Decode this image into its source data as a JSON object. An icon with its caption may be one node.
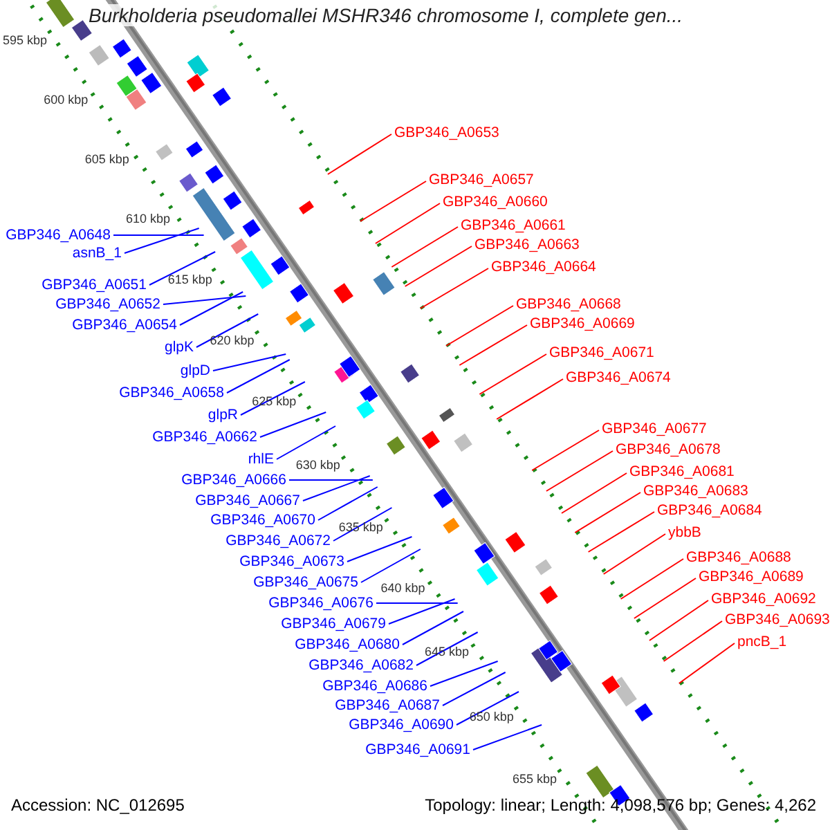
{
  "diagram": {
    "title": "Burkholderia pseudomallei MSHR346 chromosome I, complete gen...",
    "nodes": [
      {
        "text": [
          "GBP346_A0648"
        ]
      },
      {
        "text": [
          "asnB_1"
        ]
      },
      {
        "text": [
          "GBP346_A0651"
        ]
      },
      {
        "text": [
          "GBP346_A0652"
        ]
      },
      {
        "text": [
          "GBP346_A0654"
        ]
      },
      {
        "text": [
          "glpK"
        ]
      },
      {
        "text": [
          "glpD"
        ]
      },
      {
        "text": [
          "GBP346_A0658"
        ]
      },
      {
        "text": [
          "glpR"
        ]
      },
      {
        "text": [
          "GBP346_A0662"
        ]
      },
      {
        "text": [
          "rhlE"
        ]
      },
      {
        "text": [
          "GBP346_A0666"
        ]
      },
      {
        "text": [
          "GBP346_A0667"
        ]
      },
      {
        "text": [
          "GBP346_A0670"
        ]
      },
      {
        "text": [
          "GBP346_A0672"
        ]
      },
      {
        "text": [
          "GBP346_A0673"
        ]
      },
      {
        "text": [
          "GBP346_A0675"
        ]
      },
      {
        "text": [
          "GBP346_A0676"
        ]
      },
      {
        "text": [
          "GBP346_A0679"
        ]
      },
      {
        "text": [
          "GBP346_A0680"
        ]
      },
      {
        "text": [
          "GBP346_A0682"
        ]
      },
      {
        "text": [
          "GBP346_A0686"
        ]
      },
      {
        "text": [
          "GBP346_A0687"
        ]
      },
      {
        "text": [
          "GBP346_A0690"
        ]
      },
      {
        "text": [
          "GBP346_A0691"
        ]
      },
      {
        "text": [
          "GBP346_A0653"
        ]
      },
      {
        "text": [
          "GBP346_A0657"
        ]
      },
      {
        "text": [
          "GBP346_A0660"
        ]
      },
      {
        "text": [
          "GBP346_A0661"
        ]
      },
      {
        "text": [
          "GBP346_A0663"
        ]
      },
      {
        "text": [
          "GBP346_A0664"
        ]
      },
      {
        "text": [
          "GBP346_A0668"
        ]
      },
      {
        "text": [
          "GBP346_A0669"
        ]
      },
      {
        "text": [
          "GBP346_A0671"
        ]
      },
      {
        "text": [
          "GBP346_A0674"
        ]
      },
      {
        "text": [
          "GBP346_A0677"
        ]
      },
      {
        "text": [
          "GBP346_A0678"
        ]
      },
      {
        "text": [
          "GBP346_A0681"
        ]
      },
      {
        "text": [
          "GBP346_A0683"
        ]
      },
      {
        "text": [
          "GBP346_A0684"
        ]
      },
      {
        "text": [
          "ybbB"
        ]
      },
      {
        "text": [
          "GBP346_A0688"
        ]
      },
      {
        "text": [
          "GBP346_A0689"
        ]
      },
      {
        "text": [
          "GBP346_A0692"
        ]
      },
      {
        "text": [
          "GBP346_A0693"
        ]
      },
      {
        "text": [
          "pncB_1"
        ]
      }
    ],
    "edges": [
      {
        "from": 0,
        "to": null,
        "arrow": "none"
      },
      {
        "from": 1,
        "to": null,
        "arrow": "none"
      },
      {
        "from": 2,
        "to": null,
        "arrow": "none"
      },
      {
        "from": 3,
        "to": null,
        "arrow": "none"
      },
      {
        "from": 4,
        "to": null,
        "arrow": "none"
      },
      {
        "from": 5,
        "to": null,
        "arrow": "none"
      },
      {
        "from": 6,
        "to": null,
        "arrow": "none"
      },
      {
        "from": 7,
        "to": null,
        "arrow": "none"
      },
      {
        "from": 8,
        "to": null,
        "arrow": "none"
      },
      {
        "from": 9,
        "to": null,
        "arrow": "none"
      },
      {
        "from": 10,
        "to": null,
        "arrow": "none"
      },
      {
        "from": 11,
        "to": null,
        "arrow": "none"
      },
      {
        "from": 12,
        "to": null,
        "arrow": "none"
      },
      {
        "from": 13,
        "to": null,
        "arrow": "none"
      },
      {
        "from": 14,
        "to": null,
        "arrow": "none"
      },
      {
        "from": 15,
        "to": null,
        "arrow": "none"
      },
      {
        "from": 16,
        "to": null,
        "arrow": "none"
      },
      {
        "from": 17,
        "to": null,
        "arrow": "none"
      },
      {
        "from": 18,
        "to": null,
        "arrow": "none"
      },
      {
        "from": 19,
        "to": null,
        "arrow": "none"
      },
      {
        "from": 20,
        "to": null,
        "arrow": "none"
      },
      {
        "from": 21,
        "to": null,
        "arrow": "none"
      },
      {
        "from": 22,
        "to": null,
        "arrow": "none"
      },
      {
        "from": 23,
        "to": null,
        "arrow": "none"
      },
      {
        "from": 24,
        "to": null,
        "arrow": "none"
      },
      {
        "from": 25,
        "to": null,
        "arrow": "none",
        "color": "#ff0000"
      },
      {
        "from": 26,
        "to": null,
        "arrow": "none",
        "color": "#ff0000"
      },
      {
        "from": 27,
        "to": null,
        "arrow": "none",
        "color": "#ff0000"
      },
      {
        "from": 28,
        "to": null,
        "arrow": "none",
        "color": "#ff0000"
      },
      {
        "from": 29,
        "to": null,
        "arrow": "none",
        "color": "#ff0000"
      },
      {
        "from": 30,
        "to": null,
        "arrow": "none",
        "color": "#ff0000"
      },
      {
        "from": 31,
        "to": null,
        "arrow": "none",
        "color": "#ff0000"
      },
      {
        "from": 32,
        "to": null,
        "arrow": "none",
        "color": "#ff0000"
      },
      {
        "from": 33,
        "to": null,
        "arrow": "none",
        "color": "#ff0000"
      },
      {
        "from": 34,
        "to": null,
        "arrow": "none",
        "color": "#ff0000"
      },
      {
        "from": 35,
        "to": null,
        "arrow": "none",
        "color": "#ff0000"
      },
      {
        "from": 36,
        "to": null,
        "arrow": "none",
        "color": "#ff0000"
      },
      {
        "from": 37,
        "to": null,
        "arrow": "none",
        "color": "#ff0000"
      },
      {
        "from": 38,
        "to": null,
        "arrow": "none",
        "color": "#ff0000"
      },
      {
        "from": 39,
        "to": null,
        "arrow": "none",
        "color": "#ff0000"
      },
      {
        "from": 40,
        "to": null,
        "arrow": "none",
        "color": "#ff0000"
      },
      {
        "from": 41,
        "to": null,
        "arrow": "none",
        "color": "#ff0000"
      },
      {
        "from": 42,
        "to": null,
        "arrow": "none",
        "color": "#ff0000"
      },
      {
        "from": 43,
        "to": null,
        "arrow": "none",
        "color": "#ff0000"
      },
      {
        "from": 44,
        "to": null,
        "arrow": "none",
        "color": "#ff0000"
      },
      {
        "from": 45,
        "to": null,
        "arrow": "none",
        "color": "#ff0000"
      }
    ],
    "labels": [
      "595 kbp",
      "600 kbp",
      "605 kbp",
      "610 kbp",
      "615 kbp",
      "620 kbp",
      "625 kbp",
      "630 kbp",
      "635 kbp",
      "640 kbp",
      "645 kbp",
      "650 kbp",
      "655 kbp",
      "Accession: NC_012695",
      "Topology: linear; Length: 4,098,576 bp; Genes: 4,262"
    ]
  }
}
